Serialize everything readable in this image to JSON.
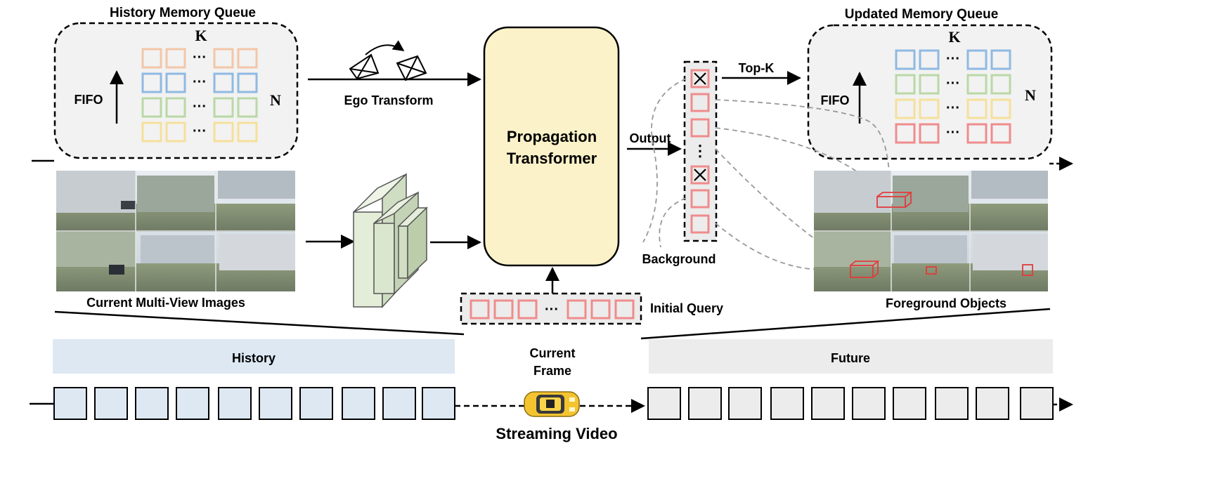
{
  "memory": {
    "history_title": "History Memory Queue",
    "updated_title": "Updated Memory Queue",
    "k_label": "K",
    "n_label": "N",
    "fifo_label": "FIFO",
    "ellipsis": "···",
    "history_row_colors": [
      "#f3c6a8",
      "#8fb9e3",
      "#b9d8a6",
      "#f5e09a"
    ],
    "updated_row_colors": [
      "#8fb9e3",
      "#b9d8a6",
      "#f5e09a",
      "#ef8c8c"
    ]
  },
  "ego": {
    "label": "Ego Transform"
  },
  "transformer": {
    "line1": "Propagation",
    "line2": "Transformer"
  },
  "output": {
    "label": "Output",
    "topk_label": "Top-K",
    "background_label": "Background",
    "vdots": "⋮",
    "cell_color": "#ef8c8c"
  },
  "query": {
    "label": "Initial Query",
    "ellipsis": "···",
    "cell_color": "#ef8c8c"
  },
  "images": {
    "current_label": "Current Multi-View Images",
    "foreground_label": "Foreground Objects"
  },
  "timeline": {
    "history_label": "History",
    "future_label": "Future",
    "current_frame_line1": "Current",
    "current_frame_line2": "Frame",
    "streaming_label": "Streaming Video",
    "history_fill": "#dde8f3",
    "future_fill": "#ececec"
  }
}
